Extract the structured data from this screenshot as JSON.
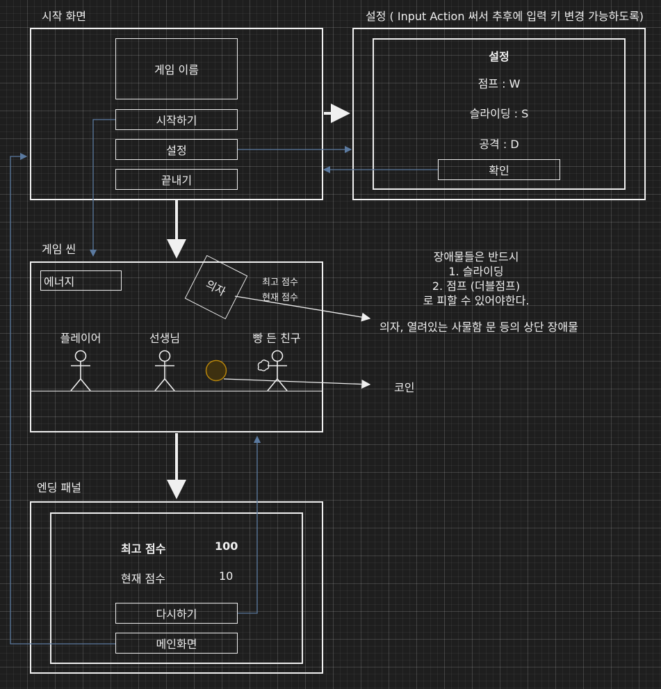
{
  "panels": {
    "start": {
      "title": "시작 화면",
      "game_name": "게임 이름",
      "buttons": {
        "start": "시작하기",
        "settings": "설정",
        "quit": "끝내기"
      }
    },
    "settings": {
      "title": "설정 ( Input Action 써서 추후에 입력 키 변경 가능하도록)",
      "heading": "설정",
      "jump": "점프 : W",
      "slide": "슬라이딩 : S",
      "attack": "공격 : D",
      "confirm": "확인"
    },
    "game": {
      "title": "게임 씬",
      "energy": "에너지",
      "chair": "의자",
      "best_score": "최고 점수",
      "current_score": "현재 점수",
      "characters": {
        "player": "플레이어",
        "teacher": "선생님",
        "friend": "빵 든 친구"
      }
    },
    "ending": {
      "title": "엔딩 패널",
      "best_label": "최고 점수",
      "best_value": "100",
      "current_label": "현재 점수",
      "current_value": "10",
      "retry": "다시하기",
      "main_menu": "메인화면"
    }
  },
  "annotations": {
    "obstacle_note": {
      "line1": "장애물들은 반드시",
      "line2": "1. 슬라이딩",
      "line3": "2. 점프 (더블점프)",
      "line4": "로 피할 수 있어야한다."
    },
    "obstacle_upper": "의자, 열려있는 사물함 문 등의 상단 장애물",
    "coin": "코인"
  },
  "colors": {
    "background": "#1e1e1e",
    "stroke": "#f0f0f0",
    "link_arrow": "#5b7aa0",
    "coin_fill": "#3d3010",
    "coin_stroke": "#b8860b"
  }
}
